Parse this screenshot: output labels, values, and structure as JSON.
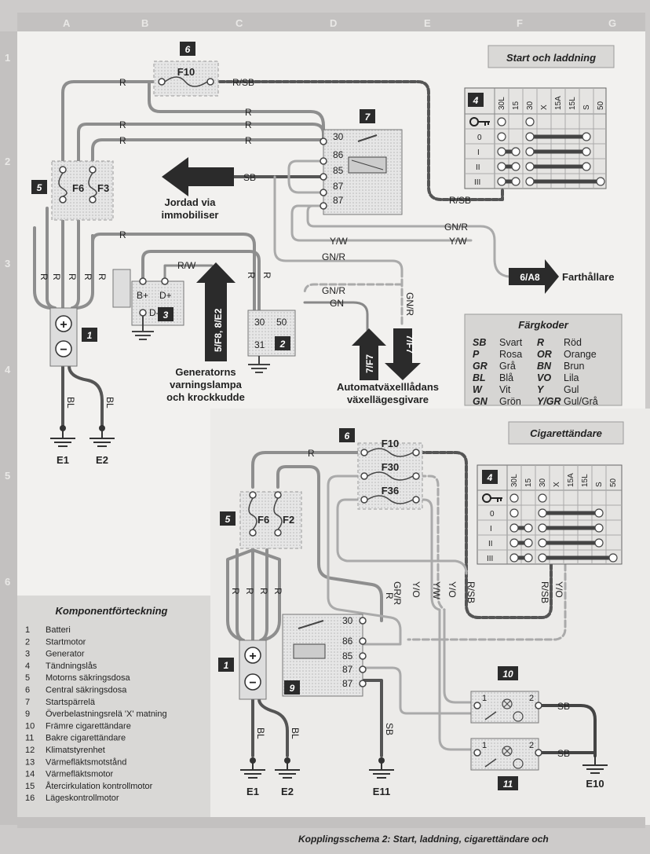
{
  "grid": {
    "columns": [
      "A",
      "B",
      "C",
      "D",
      "E",
      "F",
      "G"
    ],
    "rows": [
      "1",
      "2",
      "3",
      "4",
      "5",
      "6"
    ]
  },
  "sections": {
    "start": "Start och laddning",
    "cig": "Cigarettändare"
  },
  "badges": {
    "n1": "1",
    "n2": "2",
    "n3": "3",
    "n4": "4",
    "n5": "5",
    "n6": "6",
    "n7": "7",
    "n9": "9",
    "n10": "10",
    "n11": "11"
  },
  "fuses": {
    "f10": "F10",
    "f6": "F6",
    "f3": "F3",
    "f2": "F2",
    "f30": "F30",
    "f36": "F36"
  },
  "wires": {
    "R": "R",
    "RSB": "R/SB",
    "SB": "SB",
    "GNR": "GN/R",
    "YW": "Y/W",
    "RW": "R/W",
    "GN": "GN",
    "BL": "BL",
    "GRR": "GR/R",
    "YO": "Y/O",
    "YW2": "Y/W"
  },
  "terminals": {
    "t30": "30",
    "t86": "86",
    "t85": "85",
    "t87": "87",
    "t50": "50",
    "t31": "31",
    "bplus": "B+",
    "dplus": "D+",
    "dminus": "D-",
    "plus": "+",
    "minus": "−",
    "one": "1",
    "two": "2"
  },
  "switch_table": {
    "headers": [
      "30L",
      "15",
      "30",
      "X",
      "15A",
      "15L",
      "S",
      "50"
    ],
    "rows": [
      "0",
      "I",
      "II",
      "III"
    ]
  },
  "arrows": {
    "ref_gen": "5/F8, 8/E2",
    "ref_7f7a": "7/F7",
    "ref_7f7b": "7/F7",
    "ref_6a8": "6/A8"
  },
  "labels": {
    "jordad": "Jordad via",
    "immobiliser": "immobiliser",
    "gen1": "Generatorns",
    "gen2": "varningslampa",
    "gen3": "och krockkudde",
    "auto1": "Automatväxelllådans",
    "auto2": "växellägesgivare",
    "farthallare": "Farthållare"
  },
  "grounds": {
    "e1": "E1",
    "e2": "E2",
    "e10": "E10",
    "e11": "E11"
  },
  "color_codes": {
    "title": "Färgkoder",
    "items": [
      {
        "code": "SB",
        "name": "Svart"
      },
      {
        "code": "R",
        "name": "Röd"
      },
      {
        "code": "P",
        "name": "Rosa"
      },
      {
        "code": "OR",
        "name": "Orange"
      },
      {
        "code": "GR",
        "name": "Grå"
      },
      {
        "code": "BN",
        "name": "Brun"
      },
      {
        "code": "BL",
        "name": "Blå"
      },
      {
        "code": "VO",
        "name": "Lila"
      },
      {
        "code": "W",
        "name": "Vit"
      },
      {
        "code": "Y",
        "name": "Gul"
      },
      {
        "code": "GN",
        "name": "Grön"
      },
      {
        "code": "Y/GR",
        "name": "Gul/Grå"
      }
    ]
  },
  "legend": {
    "title": "Komponentförteckning",
    "items": [
      {
        "num": "1",
        "name": "Batteri"
      },
      {
        "num": "2",
        "name": "Startmotor"
      },
      {
        "num": "3",
        "name": "Generator"
      },
      {
        "num": "4",
        "name": "Tändningslås"
      },
      {
        "num": "5",
        "name": "Motorns säkringsdosa"
      },
      {
        "num": "6",
        "name": "Central säkringsdosa"
      },
      {
        "num": "7",
        "name": "Startspärrelä"
      },
      {
        "num": "9",
        "name": "Överbelastningsrelä 'X' matning"
      },
      {
        "num": "10",
        "name": "Främre cigarettändare"
      },
      {
        "num": "11",
        "name": "Bakre cigarettändare"
      },
      {
        "num": "12",
        "name": "Klimatstyrenhet"
      },
      {
        "num": "13",
        "name": "Värmefläktsmotstånd"
      },
      {
        "num": "14",
        "name": "Värmefläktsmotor"
      },
      {
        "num": "15",
        "name": "Återcirkulation kontrollmotor"
      },
      {
        "num": "16",
        "name": "Lägeskontrollmotor"
      }
    ]
  },
  "caption": "Kopplingsschema 2: Start, laddning, cigarettändare och"
}
